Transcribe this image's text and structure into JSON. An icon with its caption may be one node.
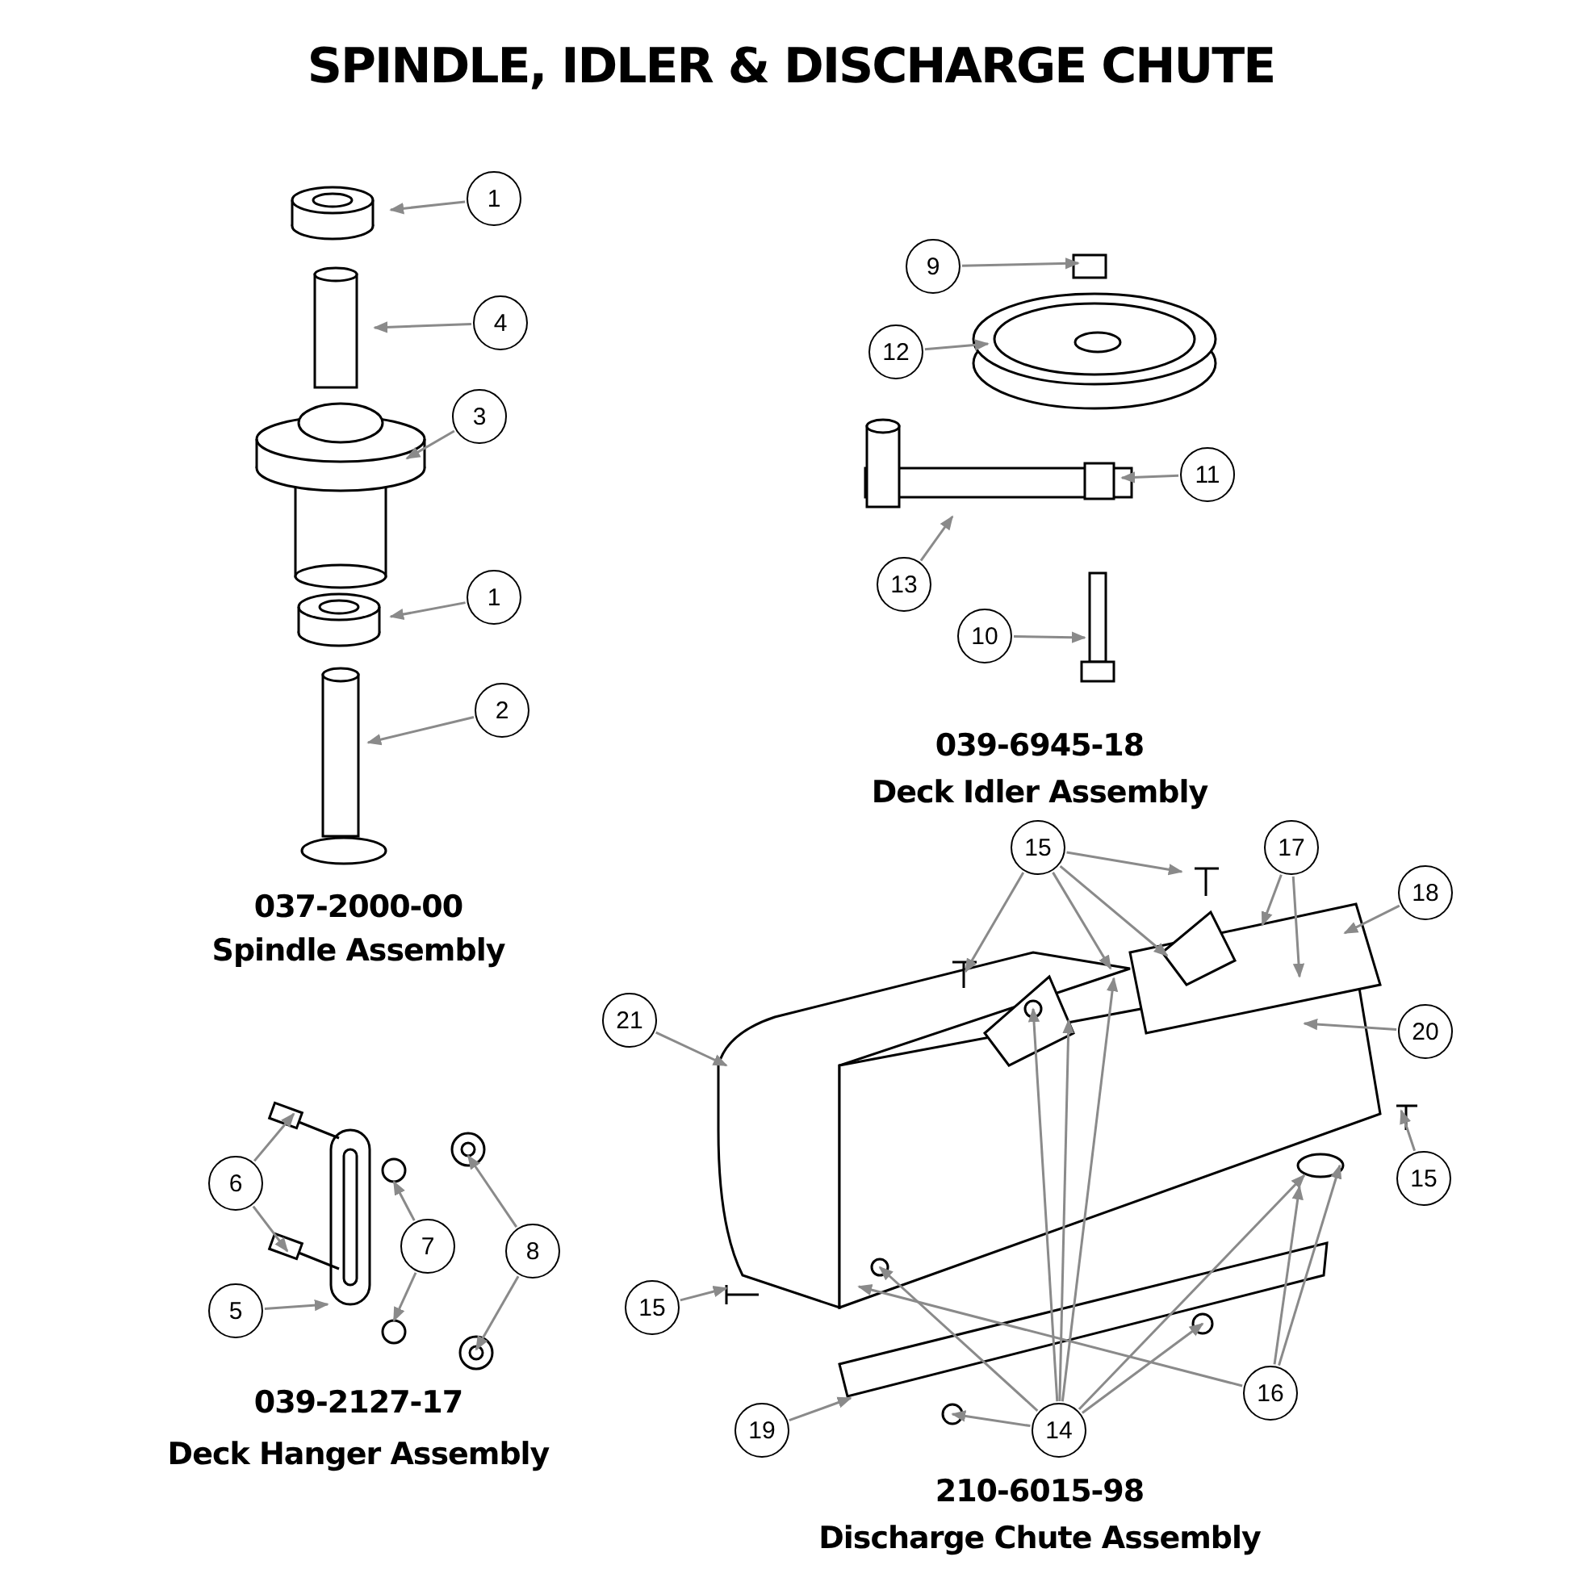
{
  "diagram": {
    "title": "SPINDLE, IDLER & DISCHARGE CHUTE",
    "nodes": [
      {
        "text": [
          "1"
        ]
      },
      {
        "text": [
          "4"
        ]
      },
      {
        "text": [
          "3"
        ]
      },
      {
        "text": [
          "1"
        ]
      },
      {
        "text": [
          "2"
        ]
      },
      {
        "text": [
          "9"
        ]
      },
      {
        "text": [
          "12"
        ]
      },
      {
        "text": [
          "11"
        ]
      },
      {
        "text": [
          "13"
        ]
      },
      {
        "text": [
          "10"
        ]
      },
      {
        "text": [
          "6"
        ]
      },
      {
        "text": [
          "7"
        ]
      },
      {
        "text": [
          "8"
        ]
      },
      {
        "text": [
          "5"
        ]
      },
      {
        "text": [
          "15"
        ]
      },
      {
        "text": [
          "17"
        ]
      },
      {
        "text": [
          "18"
        ]
      },
      {
        "text": [
          "21"
        ]
      },
      {
        "text": [
          "20"
        ]
      },
      {
        "text": [
          "15"
        ]
      },
      {
        "text": [
          "15"
        ]
      },
      {
        "text": [
          "16"
        ]
      },
      {
        "text": [
          "19"
        ]
      },
      {
        "text": [
          "14"
        ]
      }
    ],
    "edges": [
      {
        "from": 0,
        "to": null,
        "arrow": "to"
      },
      {
        "from": 1,
        "to": null,
        "arrow": "to"
      },
      {
        "from": 2,
        "to": null,
        "arrow": "to"
      },
      {
        "from": 3,
        "to": null,
        "arrow": "to"
      },
      {
        "from": 4,
        "to": null,
        "arrow": "to"
      },
      {
        "from": 5,
        "to": null,
        "arrow": "to"
      },
      {
        "from": 6,
        "to": null,
        "arrow": "to"
      },
      {
        "from": 7,
        "to": null,
        "arrow": "to"
      },
      {
        "from": 8,
        "to": null,
        "arrow": "to"
      },
      {
        "from": 9,
        "to": null,
        "arrow": "to"
      },
      {
        "from": 10,
        "to": null,
        "arrow": "to"
      },
      {
        "from": 10,
        "to": null,
        "arrow": "to"
      },
      {
        "from": 11,
        "to": null,
        "arrow": "to"
      },
      {
        "from": 11,
        "to": null,
        "arrow": "to"
      },
      {
        "from": 12,
        "to": null,
        "arrow": "to"
      },
      {
        "from": 12,
        "to": null,
        "arrow": "to"
      },
      {
        "from": 13,
        "to": null,
        "arrow": "to"
      },
      {
        "from": 14,
        "to": null,
        "arrow": "to"
      },
      {
        "from": 14,
        "to": null,
        "arrow": "to"
      },
      {
        "from": 14,
        "to": null,
        "arrow": "to"
      },
      {
        "from": 14,
        "to": null,
        "arrow": "to"
      },
      {
        "from": 15,
        "to": null,
        "arrow": "to"
      },
      {
        "from": 15,
        "to": null,
        "arrow": "to"
      },
      {
        "from": 16,
        "to": null,
        "arrow": "to"
      },
      {
        "from": 17,
        "to": null,
        "arrow": "to"
      },
      {
        "from": 18,
        "to": null,
        "arrow": "to"
      },
      {
        "from": 19,
        "to": null,
        "arrow": "to"
      },
      {
        "from": 20,
        "to": null,
        "arrow": "to"
      },
      {
        "from": 21,
        "to": null,
        "arrow": "to"
      },
      {
        "from": 21,
        "to": null,
        "arrow": "to"
      },
      {
        "from": 21,
        "to": null,
        "arrow": "to"
      },
      {
        "from": 22,
        "to": null,
        "arrow": "to"
      },
      {
        "from": 23,
        "to": null,
        "arrow": "to"
      },
      {
        "from": 23,
        "to": null,
        "arrow": "to"
      },
      {
        "from": 23,
        "to": null,
        "arrow": "to"
      },
      {
        "from": 23,
        "to": null,
        "arrow": "to"
      },
      {
        "from": 23,
        "to": null,
        "arrow": "to"
      },
      {
        "from": 23,
        "to": null,
        "arrow": "to"
      },
      {
        "from": 23,
        "to": null,
        "arrow": "to"
      }
    ],
    "labels": [
      "037-2000-00",
      "Spindle Assembly",
      "039-6945-18",
      "Deck Idler Assembly",
      "039-2127-17",
      "Deck Hanger Assembly",
      "210-6015-98",
      "Discharge Chute Assembly"
    ]
  }
}
